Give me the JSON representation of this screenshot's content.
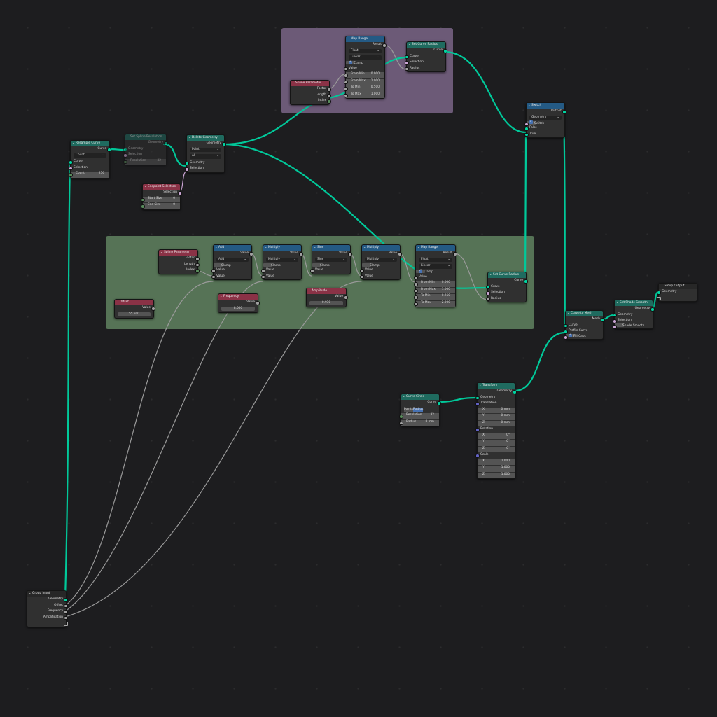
{
  "colors": {
    "geometry": "#00d6a3",
    "float": "#a1a1a1",
    "bool": "#cca6d6",
    "int": "#598c5c",
    "vector": "#6363c7",
    "hdr_geometry": "#1f6b5f",
    "hdr_converter": "#245a84",
    "hdr_input": "#8a3246",
    "hdr_group": "#272727",
    "frame_purple": "#6c5a77",
    "frame_green": "#567356"
  },
  "nodes": {
    "resample": {
      "title": "Resample Curve",
      "hdr": "geometry",
      "rows": [
        {
          "t": "out",
          "label": "Curve",
          "s": "geometry"
        },
        {
          "t": "sel",
          "label": "Count"
        },
        {
          "t": "in",
          "label": "Curve",
          "s": "geometry"
        },
        {
          "t": "in",
          "label": "Selection",
          "s": "bool"
        },
        {
          "t": "fld",
          "label": "Count",
          "value": "256",
          "s": "int"
        }
      ]
    },
    "set_spline_res": {
      "title": "Set Spline Resolution",
      "hdr": "geometry",
      "muted": true,
      "rows": [
        {
          "t": "out",
          "label": "Geometry",
          "s": "geometry"
        },
        {
          "t": "in",
          "label": "Geometry",
          "s": "geometry"
        },
        {
          "t": "in",
          "label": "Selection",
          "s": "bool"
        },
        {
          "t": "fld",
          "label": "Resolution",
          "value": "32",
          "s": "int"
        }
      ]
    },
    "delete_geom": {
      "title": "Delete Geometry",
      "hdr": "geometry",
      "rows": [
        {
          "t": "out",
          "label": "Geometry",
          "s": "geometry"
        },
        {
          "t": "sel",
          "label": "Point"
        },
        {
          "t": "sel",
          "label": "All"
        },
        {
          "t": "in",
          "label": "Geometry",
          "s": "geometry"
        },
        {
          "t": "in",
          "label": "Selection",
          "s": "bool"
        }
      ]
    },
    "endpoint": {
      "title": "Endpoint Selection",
      "hdr": "input",
      "rows": [
        {
          "t": "out",
          "label": "Selection",
          "s": "bool"
        },
        {
          "t": "fld",
          "label": "Start Size",
          "value": "0",
          "s": "int"
        },
        {
          "t": "fld",
          "label": "End Size",
          "value": "0",
          "s": "int"
        }
      ]
    },
    "spline_param1": {
      "title": "Spline Parameter",
      "hdr": "input",
      "rows": [
        {
          "t": "out",
          "label": "Factor",
          "s": "float"
        },
        {
          "t": "out",
          "label": "Length",
          "s": "float"
        },
        {
          "t": "out",
          "label": "Index",
          "s": "int"
        }
      ]
    },
    "map_range1": {
      "title": "Map Range",
      "hdr": "converter",
      "rows": [
        {
          "t": "out",
          "label": "Result",
          "s": "float"
        },
        {
          "t": "sel",
          "label": "Float"
        },
        {
          "t": "sel",
          "label": "Linear"
        },
        {
          "t": "chk",
          "label": "Clamp",
          "on": true
        },
        {
          "t": "in",
          "label": "Value",
          "s": "float"
        },
        {
          "t": "fld",
          "label": "From Min",
          "value": "0.000",
          "s": "float"
        },
        {
          "t": "fld",
          "label": "From Max",
          "value": "1.000",
          "s": "float"
        },
        {
          "t": "fld",
          "label": "To Min",
          "value": "0.500",
          "s": "float"
        },
        {
          "t": "fld",
          "label": "To Max",
          "value": "1.000",
          "s": "float"
        }
      ]
    },
    "set_radius1": {
      "title": "Set Curve Radius",
      "hdr": "geometry",
      "rows": [
        {
          "t": "out",
          "label": "Curve",
          "s": "geometry"
        },
        {
          "t": "in",
          "label": "Curve",
          "s": "geometry"
        },
        {
          "t": "in",
          "label": "Selection",
          "s": "bool"
        },
        {
          "t": "in",
          "label": "Radius",
          "s": "float"
        }
      ]
    },
    "switch": {
      "title": "Switch",
      "hdr": "converter",
      "rows": [
        {
          "t": "out",
          "label": "Output",
          "s": "geometry"
        },
        {
          "t": "sel",
          "label": "Geometry"
        },
        {
          "t": "chk",
          "label": "Switch",
          "on": true,
          "s": "bool"
        },
        {
          "t": "in",
          "label": "False",
          "s": "geometry"
        },
        {
          "t": "in",
          "label": "True",
          "s": "geometry"
        }
      ]
    },
    "spline_param2": {
      "title": "Spline Parameter",
      "hdr": "input",
      "rows": [
        {
          "t": "out",
          "label": "Factor",
          "s": "float"
        },
        {
          "t": "out",
          "label": "Length",
          "s": "float"
        },
        {
          "t": "out",
          "label": "Index",
          "s": "int"
        }
      ]
    },
    "add": {
      "title": "Add",
      "hdr": "converter",
      "rows": [
        {
          "t": "out",
          "label": "Value",
          "s": "float"
        },
        {
          "t": "sel",
          "label": "Add"
        },
        {
          "t": "chk",
          "label": "Clamp",
          "on": false
        },
        {
          "t": "in",
          "label": "Value",
          "s": "float"
        },
        {
          "t": "in",
          "label": "Value",
          "s": "float"
        }
      ]
    },
    "multiply1": {
      "title": "Multiply",
      "hdr": "converter",
      "rows": [
        {
          "t": "out",
          "label": "Value",
          "s": "float"
        },
        {
          "t": "sel",
          "label": "Multiply"
        },
        {
          "t": "chk",
          "label": "Clamp",
          "on": false
        },
        {
          "t": "in",
          "label": "Value",
          "s": "float"
        },
        {
          "t": "in",
          "label": "Value",
          "s": "float"
        }
      ]
    },
    "sine": {
      "title": "Sine",
      "hdr": "converter",
      "rows": [
        {
          "t": "out",
          "label": "Value",
          "s": "float"
        },
        {
          "t": "sel",
          "label": "Sine"
        },
        {
          "t": "chk",
          "label": "Clamp",
          "on": false
        },
        {
          "t": "in",
          "label": "Value",
          "s": "float"
        }
      ]
    },
    "multiply2": {
      "title": "Multiply",
      "hdr": "converter",
      "rows": [
        {
          "t": "out",
          "label": "Value",
          "s": "float"
        },
        {
          "t": "sel",
          "label": "Multiply"
        },
        {
          "t": "chk",
          "label": "Clamp",
          "on": false
        },
        {
          "t": "in",
          "label": "Value",
          "s": "float"
        },
        {
          "t": "in",
          "label": "Value",
          "s": "float"
        }
      ]
    },
    "map_range2": {
      "title": "Map Range",
      "hdr": "converter",
      "rows": [
        {
          "t": "out",
          "label": "Result",
          "s": "float"
        },
        {
          "t": "sel",
          "label": "Float"
        },
        {
          "t": "sel",
          "label": "Linear"
        },
        {
          "t": "chk",
          "label": "Clamp",
          "on": true
        },
        {
          "t": "in",
          "label": "Value",
          "s": "float"
        },
        {
          "t": "fld",
          "label": "From Min",
          "value": "0.000",
          "s": "float"
        },
        {
          "t": "fld",
          "label": "From Max",
          "value": "1.000",
          "s": "float"
        },
        {
          "t": "fld",
          "label": "To Min",
          "value": "0.250",
          "s": "float"
        },
        {
          "t": "fld",
          "label": "To Max",
          "value": "2.000",
          "s": "float"
        }
      ]
    },
    "set_radius2": {
      "title": "Set Curve Radius",
      "hdr": "geometry",
      "rows": [
        {
          "t": "out",
          "label": "Curve",
          "s": "geometry"
        },
        {
          "t": "in",
          "label": "Curve",
          "s": "geometry"
        },
        {
          "t": "in",
          "label": "Selection",
          "s": "bool"
        },
        {
          "t": "in",
          "label": "Radius",
          "s": "float"
        }
      ]
    },
    "offset": {
      "title": "Offset",
      "hdr": "input",
      "rows": [
        {
          "t": "out",
          "label": "Value",
          "s": "float"
        },
        {
          "t": "val",
          "value": "55.500"
        }
      ]
    },
    "frequency": {
      "title": "Frequency",
      "hdr": "input",
      "rows": [
        {
          "t": "out",
          "label": "Value",
          "s": "float"
        },
        {
          "t": "val",
          "value": "8.000"
        }
      ]
    },
    "amplitude": {
      "title": "Amplitude",
      "hdr": "input",
      "rows": [
        {
          "t": "out",
          "label": "Value",
          "s": "float"
        },
        {
          "t": "val",
          "value": "0.930"
        }
      ]
    },
    "curve_to_mesh": {
      "title": "Curve to Mesh",
      "hdr": "geometry",
      "rows": [
        {
          "t": "out",
          "label": "Mesh",
          "s": "geometry"
        },
        {
          "t": "in",
          "label": "Curve",
          "s": "geometry"
        },
        {
          "t": "in",
          "label": "Profile Curve",
          "s": "geometry"
        },
        {
          "t": "chk",
          "label": "Fill Caps",
          "on": true,
          "s": "bool"
        }
      ]
    },
    "shade_smooth": {
      "title": "Set Shade Smooth",
      "hdr": "geometry",
      "rows": [
        {
          "t": "out",
          "label": "Geometry",
          "s": "geometry"
        },
        {
          "t": "in",
          "label": "Geometry",
          "s": "geometry"
        },
        {
          "t": "in",
          "label": "Selection",
          "s": "bool"
        },
        {
          "t": "chk",
          "label": "Shade Smooth",
          "on": false,
          "s": "bool"
        }
      ]
    },
    "group_output": {
      "title": "Group Output",
      "hdr": "group",
      "rows": [
        {
          "t": "in",
          "label": "Geometry",
          "s": "geometry"
        },
        {
          "t": "in",
          "label": "",
          "s": "empty"
        }
      ]
    },
    "curve_circle": {
      "title": "Curve Circle",
      "hdr": "geometry",
      "rows": [
        {
          "t": "out",
          "label": "Curve",
          "s": "geometry"
        },
        {
          "t": "tog",
          "a": "Points",
          "b": "Radius"
        },
        {
          "t": "fld",
          "label": "Resolution",
          "value": "32",
          "s": "int"
        },
        {
          "t": "fld",
          "label": "Radius",
          "value": "8 mm",
          "s": "float"
        }
      ]
    },
    "transform": {
      "title": "Transform",
      "hdr": "geometry",
      "rows": [
        {
          "t": "out",
          "label": "Geometry",
          "s": "geometry"
        },
        {
          "t": "in",
          "label": "Geometry",
          "s": "geometry"
        },
        {
          "t": "in",
          "label": "Translation",
          "s": "vector"
        },
        {
          "t": "fld",
          "label": "X",
          "value": "0 mm"
        },
        {
          "t": "fld",
          "label": "Y",
          "value": "0 mm"
        },
        {
          "t": "fld",
          "label": "Z",
          "value": "0 mm"
        },
        {
          "t": "in",
          "label": "Rotation",
          "s": "vector"
        },
        {
          "t": "fld",
          "label": "X",
          "value": "0°"
        },
        {
          "t": "fld",
          "label": "Y",
          "value": "0°"
        },
        {
          "t": "fld",
          "label": "Z",
          "value": "0°"
        },
        {
          "t": "in",
          "label": "Scale",
          "s": "vector"
        },
        {
          "t": "fld",
          "label": "X",
          "value": "1.000"
        },
        {
          "t": "fld",
          "label": "Y",
          "value": "1.000"
        },
        {
          "t": "fld",
          "label": "Z",
          "value": "1.000"
        }
      ]
    },
    "group_input": {
      "title": "Group Input",
      "hdr": "group",
      "rows": [
        {
          "t": "out",
          "label": "Geometry",
          "s": "geometry"
        },
        {
          "t": "out",
          "label": "Offset",
          "s": "float"
        },
        {
          "t": "out",
          "label": "Frequency",
          "s": "float"
        },
        {
          "t": "out",
          "label": "Amplification",
          "s": "float"
        },
        {
          "t": "out",
          "label": "",
          "s": "empty"
        }
      ]
    }
  }
}
